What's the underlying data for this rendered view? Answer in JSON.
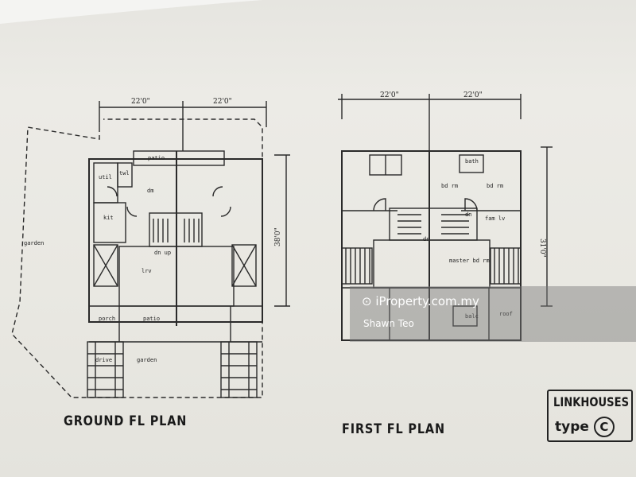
{
  "ground_plan": {
    "title": "GROUND FL PLAN",
    "dim_left": "22'0\"",
    "dim_right": "22'0\"",
    "dim_depth": "38'0\"",
    "rooms": {
      "patio_top": "patio",
      "util": "util",
      "toilet": "twl",
      "dining": "dm",
      "kitchen": "kit",
      "dn_up": "dn  up",
      "living": "lrv",
      "porch": "porch",
      "patio_bottom": "patio",
      "drive": "drive",
      "garden_bottom": "garden",
      "garden_side": "garden"
    }
  },
  "first_plan": {
    "title": "FIRST FL PLAN",
    "dim_left": "22'0\"",
    "dim_right": "22'0\"",
    "dim_depth": "31'0\"",
    "rooms": {
      "bath": "bath",
      "bed1": "bd rm",
      "bed2": "bd rm",
      "dn": "dn",
      "fam_lv": "fam lv",
      "dn2": "dn",
      "master": "master\nbd rm",
      "balc": "balc",
      "roof": "roof"
    }
  },
  "type_label": {
    "line1": "LINKHOUSES",
    "line2": "type",
    "letter": "C"
  },
  "watermark": {
    "brand": "iProperty.com.my",
    "agent": "Shawn Teo"
  }
}
